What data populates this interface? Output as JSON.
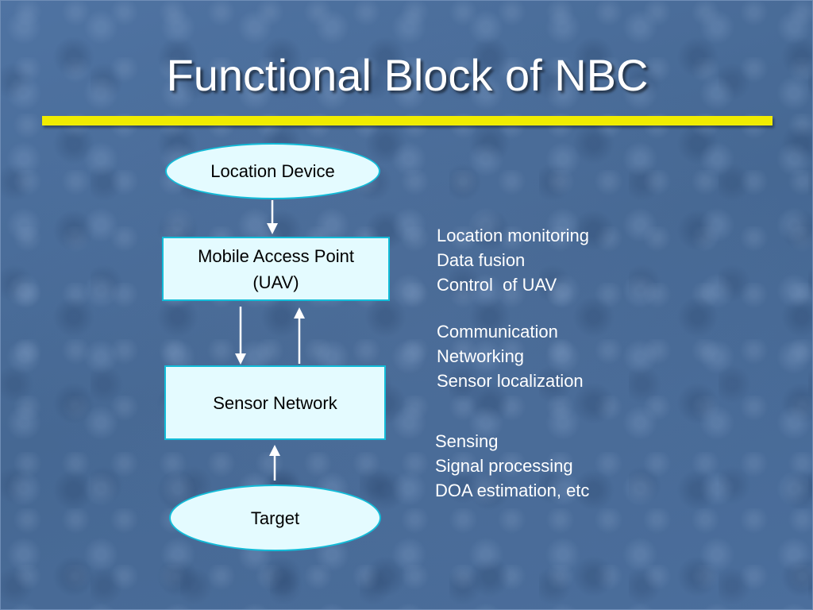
{
  "slide": {
    "title": "Functional Block of NBC"
  },
  "diagram": {
    "location_device": {
      "label": "Location Device"
    },
    "mobile_access_point": {
      "label_lines": [
        "Mobile Access Point",
        "(UAV)"
      ]
    },
    "sensor_network": {
      "label": "Sensor Network"
    },
    "target": {
      "label": "Target"
    }
  },
  "annotations": [
    {
      "lines": [
        "Location monitoring",
        "Data fusion",
        "Control  of UAV"
      ]
    },
    {
      "lines": [
        "Communication",
        "Networking",
        "Sensor localization"
      ]
    },
    {
      "lines": [
        "Sensing",
        "Signal processing",
        "DOA estimation, etc"
      ]
    }
  ],
  "colors": {
    "background": "#4a6c9a",
    "title_text": "#ffffff",
    "accent_bar": "#f0ec00",
    "node_fill": "#e4fbff",
    "node_border": "#12bcd8",
    "arrow": "#ffffff",
    "annotation_text": "#ffffff"
  }
}
